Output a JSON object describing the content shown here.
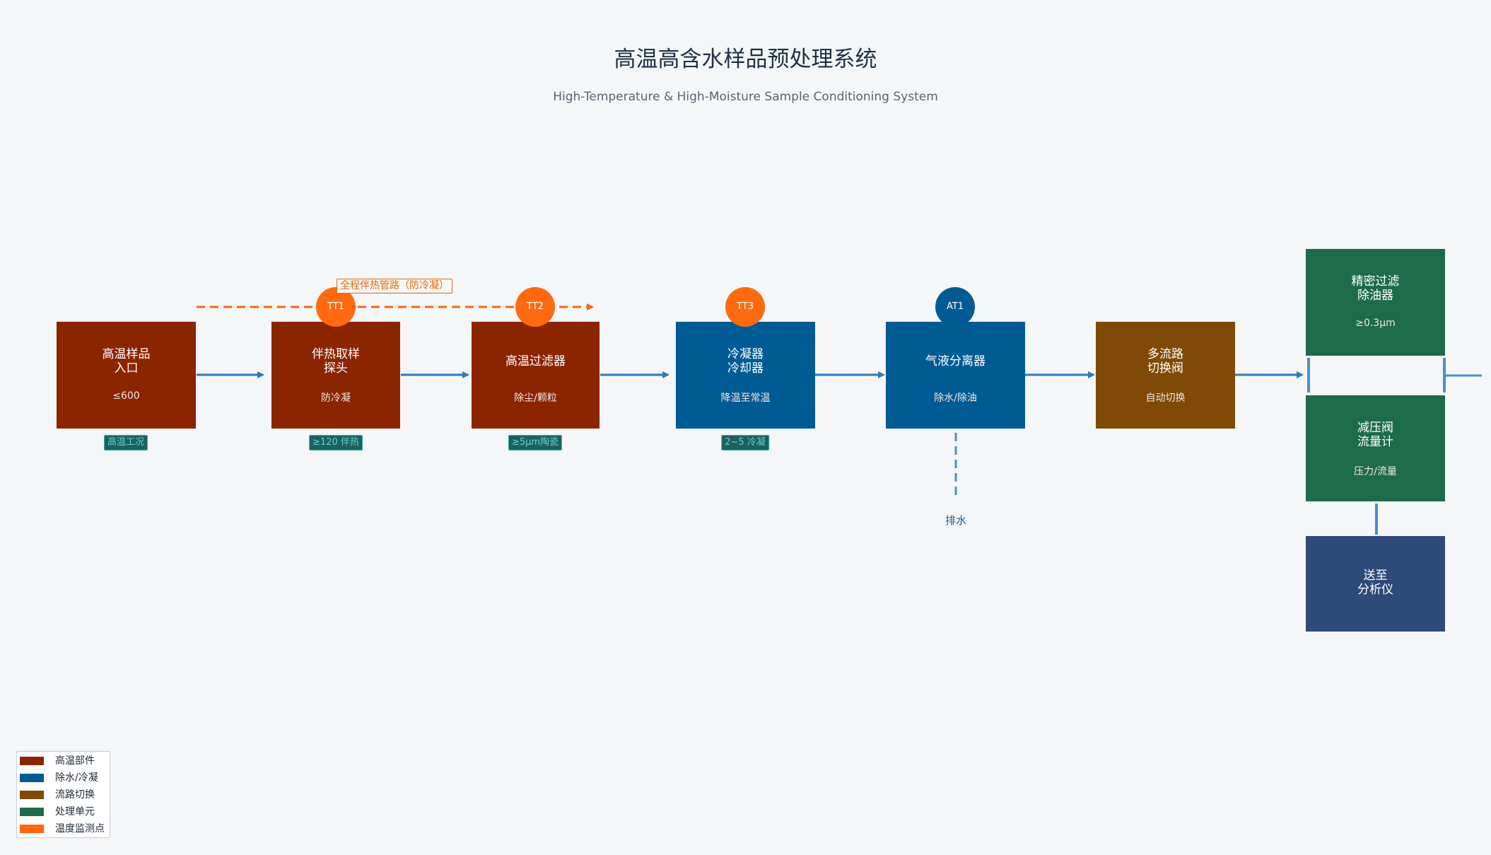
{
  "title": "高温高含水样品预处理系统",
  "subtitle": "High-Temperature & High-Moisture Sample Conditioning System",
  "colors": {
    "high_temp": "#8b2500",
    "water_removal": "#005b94",
    "switching": "#7e4a05",
    "processing": "#1e6b4c",
    "temp_monitor": "#ff6a10",
    "analyzer": "#2e4a78",
    "flow_line": "#2f79b8",
    "drain_line": "#4a8ed0",
    "heat_trace": "#ee6a12"
  },
  "nodes": {
    "inlet": {
      "name": "高温样品\n入口",
      "sub": "≤600"
    },
    "probe": {
      "name": "伴热取样\n探头",
      "sub": "防冷凝"
    },
    "hot_filter": {
      "name": "高温过滤器",
      "sub": "除尘/颗粒"
    },
    "condenser": {
      "name": "冷凝器\n冷却器",
      "sub": "降温至常温"
    },
    "separator": {
      "name": "气液分离器",
      "sub": "除水/除油"
    },
    "switch_valve": {
      "name": "多流路\n切换阀",
      "sub": "自动切换"
    },
    "fine_filter": {
      "name": "精密过滤\n除油器",
      "sub": "≥0.3μm"
    },
    "pressure_reducer": {
      "name": "减压阀\n流量计",
      "sub": "压力/流量"
    },
    "analyzer": {
      "name": "送至\n分析仪",
      "sub": ""
    }
  },
  "tags": {
    "inlet": "高温工况",
    "probe": "≥120   伴热",
    "hot_filter": "≥5μm陶瓷",
    "condenser": "2~5   冷凝"
  },
  "sensors": {
    "tt1": "TT1",
    "tt2": "TT2",
    "tt3": "TT3",
    "at1": "AT1"
  },
  "heat_trace_label": "全程伴热管路（防冷凝）",
  "drain_label": "排水",
  "legend": [
    {
      "label": "高温部件",
      "color": "#8b2500"
    },
    {
      "label": "除水/冷凝",
      "color": "#005b94"
    },
    {
      "label": "流路切换",
      "color": "#7e4a05"
    },
    {
      "label": "处理单元",
      "color": "#1e6b4c"
    },
    {
      "label": "温度监测点",
      "color": "#ff6a10"
    }
  ]
}
